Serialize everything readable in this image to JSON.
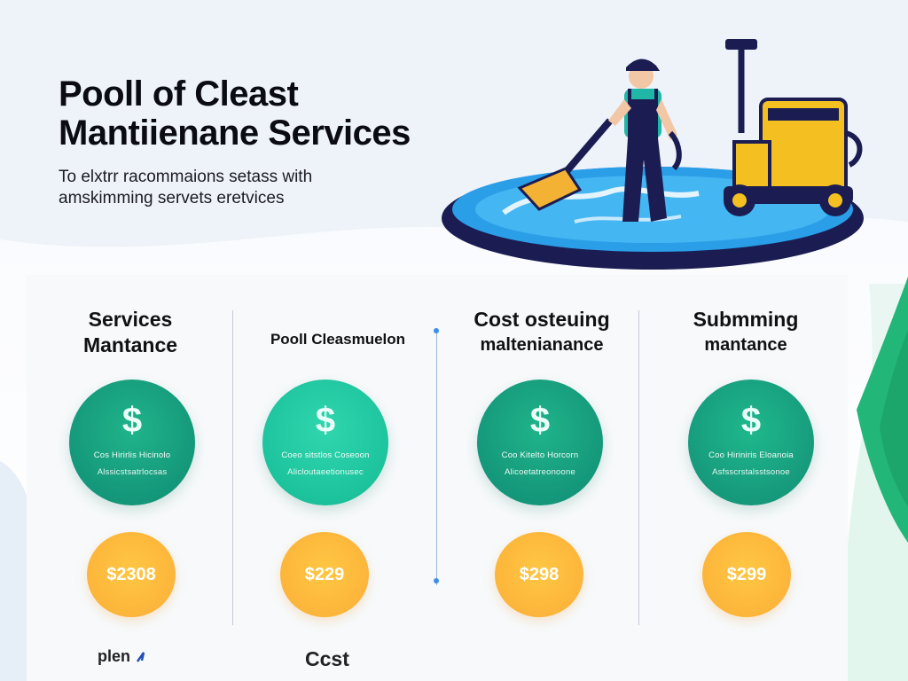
{
  "header": {
    "title_line1": "Pooll of Cleast",
    "title_line2": "Mantiienane Services",
    "subtitle_line1": "To elxtrr racommaions setass with",
    "subtitle_line2": "amskimming servets eretvices"
  },
  "columns": [
    {
      "title_line1": "Services",
      "title_line2": "Mantance",
      "symbol": "$",
      "caption1": "Cos Hirirlis Hicinolo",
      "caption2": "Alssicstsatrlocsas",
      "price": "$2308"
    },
    {
      "title_line1": "Pooll Cleasmuelon",
      "title_line2": "",
      "symbol": "$",
      "caption1": "Coeo sitstlos Coseoon",
      "caption2": "Alicloutaeetionusec",
      "price": "$229"
    },
    {
      "title_line1": "Cost osteuing",
      "title_line2": "maltenianance",
      "symbol": "$",
      "caption1": "Coo Kitelto Horcorn",
      "caption2": "Alicoetatreonoone",
      "price": "$298"
    },
    {
      "title_line1": "Submming",
      "title_line2": "mantance",
      "symbol": "$",
      "caption1": "Coo Hiriniris Eloanoia",
      "caption2": "Asfsscrstalsstsonoe",
      "price": "$299"
    }
  ],
  "footer": {
    "left_label": "plen",
    "center_label": "Ccst"
  },
  "colors": {
    "accent_green": "#14977a",
    "accent_green_light": "#1cc39c",
    "price_yellow": "#fcb43a",
    "pool_blue": "#1e8ee6",
    "navy": "#1b1d52"
  },
  "icons": [
    "pool-cleaner-illustration",
    "dollar-icon",
    "squeegee-icon",
    "cleaning-cart-icon"
  ]
}
